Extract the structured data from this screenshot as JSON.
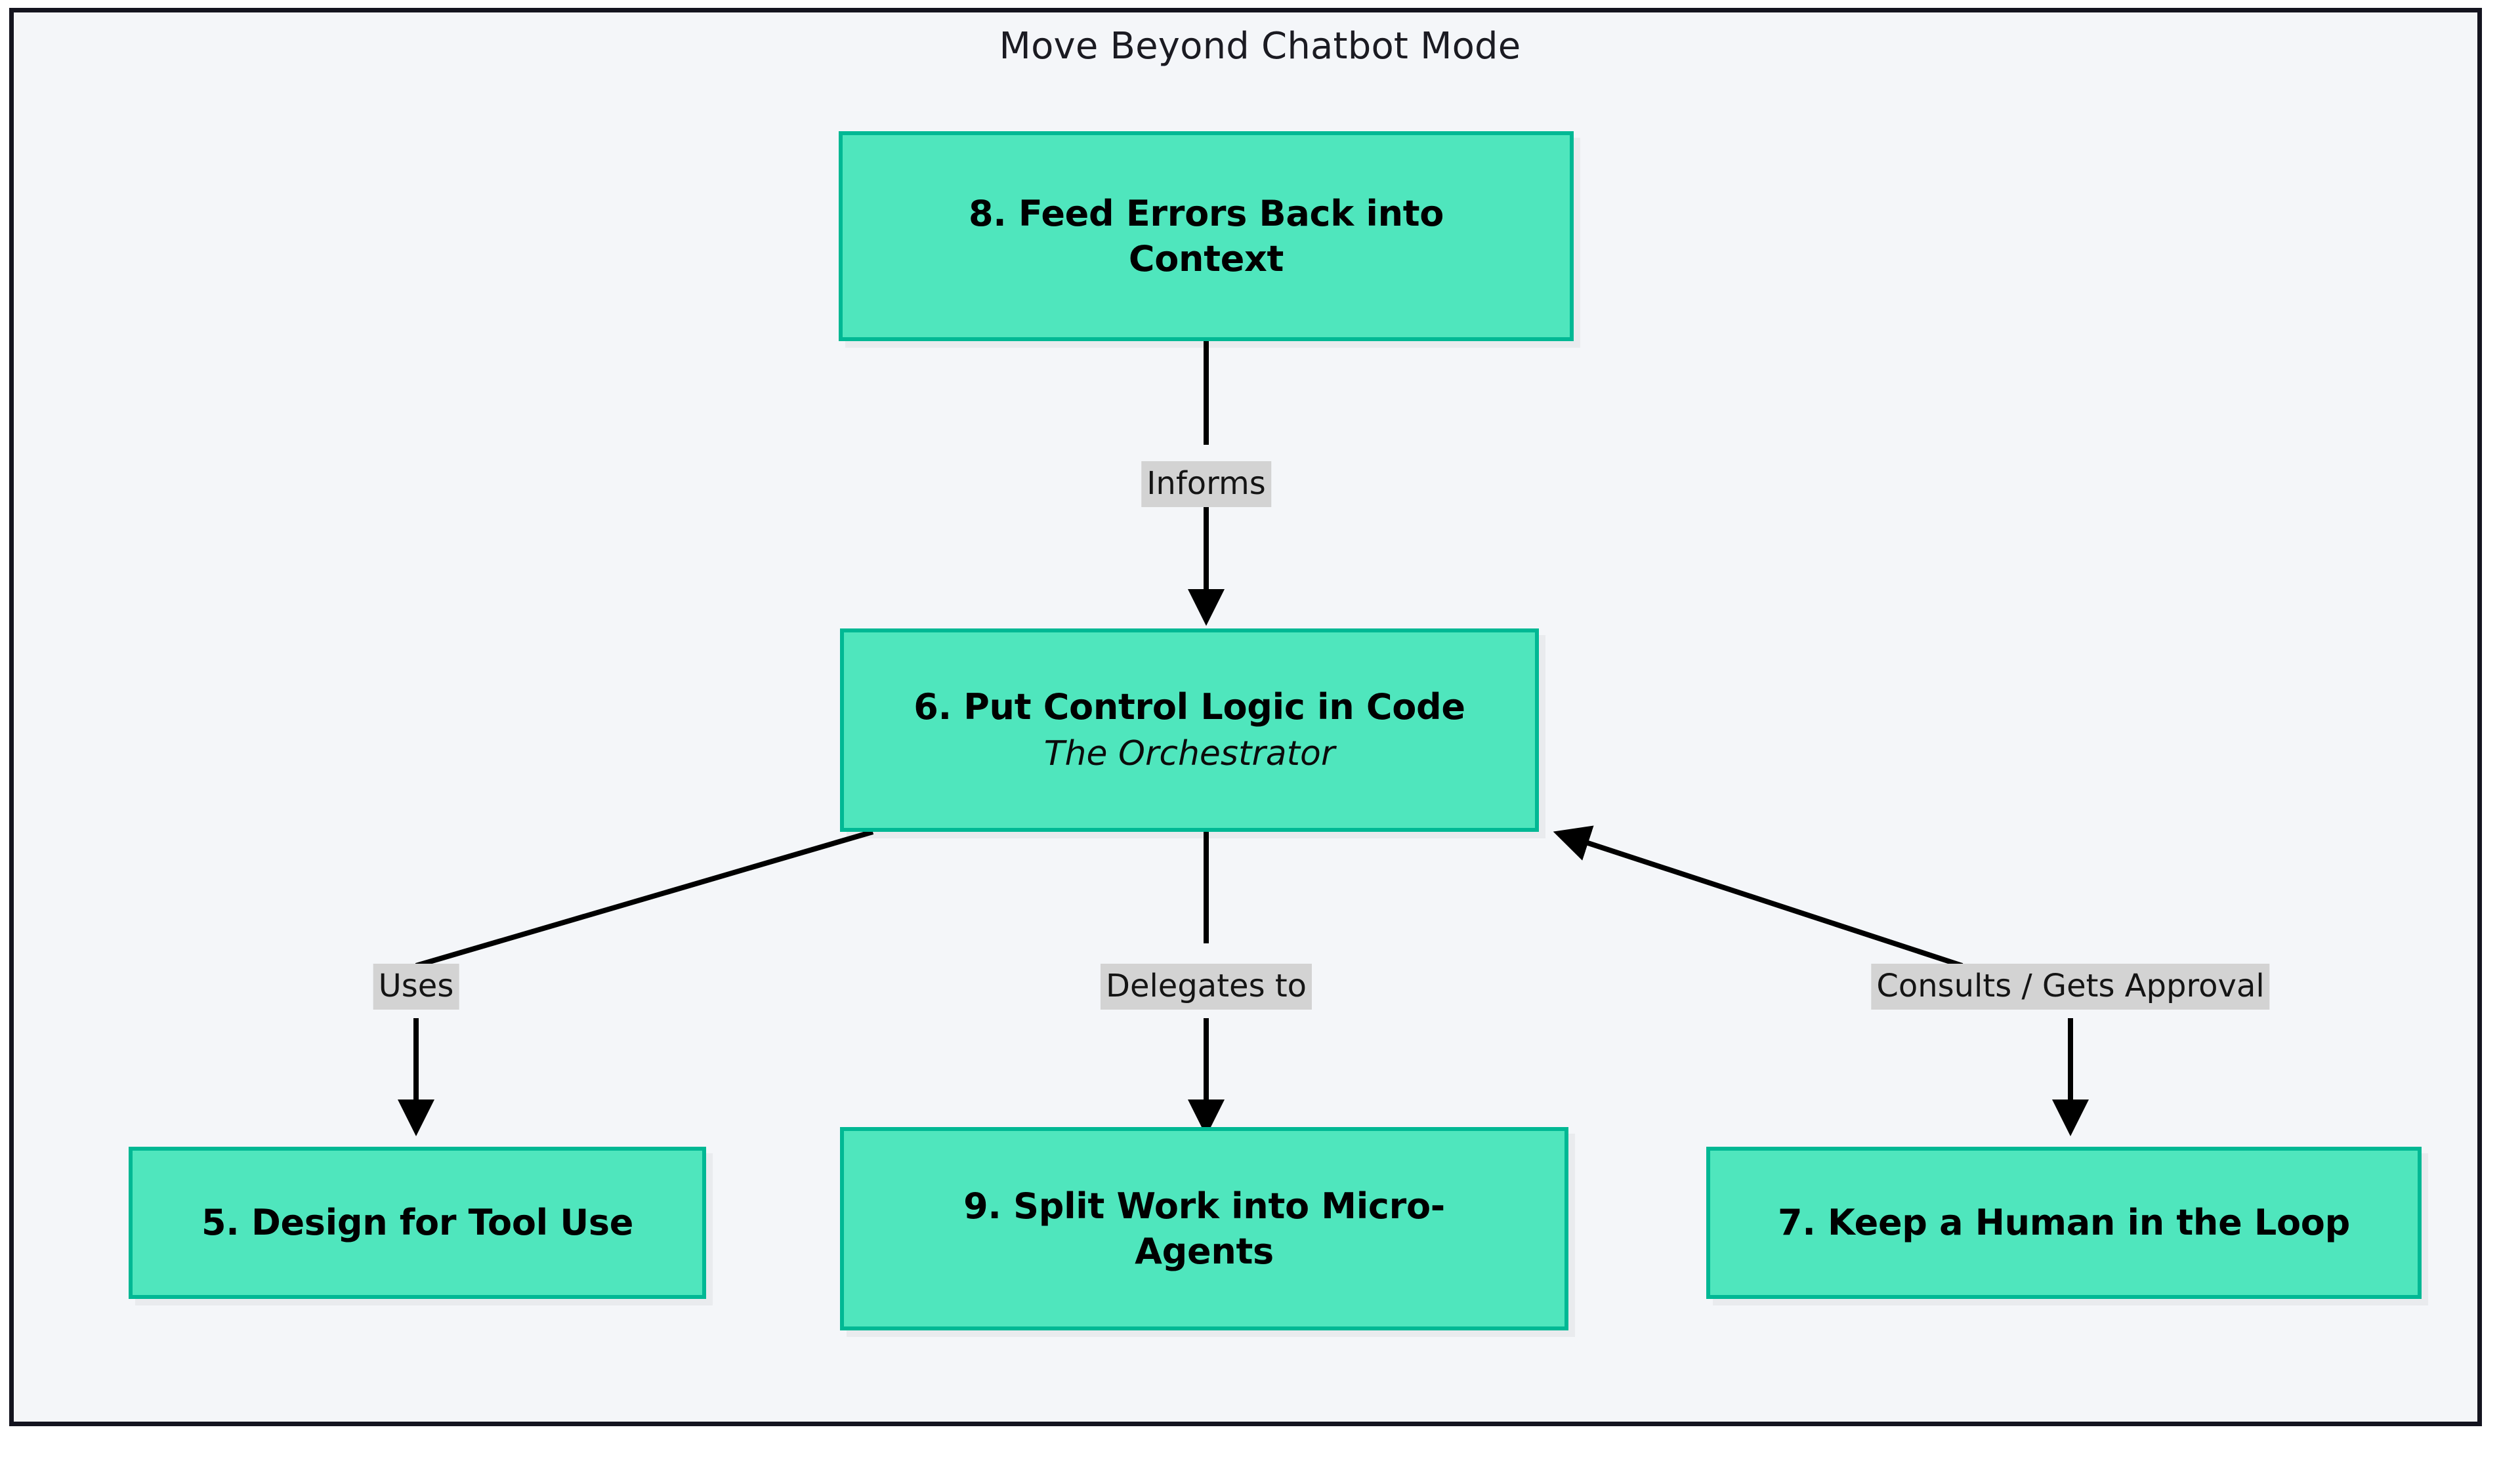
{
  "diagram": {
    "title": "Move Beyond Chatbot Mode",
    "type": "flowchart",
    "direction": "top-down",
    "colors": {
      "node_fill": "#4fe6bd",
      "node_border": "#00b894",
      "node_text": "#000000",
      "edge_stroke": "#000000",
      "edge_label_bg": "#d3d3d3",
      "canvas_bg": "#f4f6f9",
      "frame_border": "#14141f",
      "page_bg": "#ffffff"
    },
    "nodes": [
      {
        "id": "n8",
        "label": "8. Feed Errors Back into Context",
        "sublabel": "",
        "line1": "8. Feed Errors Back into",
        "line2": "Context"
      },
      {
        "id": "n6",
        "label": "6. Put Control Logic in Code",
        "sublabel": "The Orchestrator",
        "line1": "6. Put Control Logic in Code",
        "line2": ""
      },
      {
        "id": "n5",
        "label": "5. Design for Tool Use",
        "sublabel": "",
        "line1": "5. Design for Tool Use",
        "line2": ""
      },
      {
        "id": "n9",
        "label": "9. Split Work into Micro-Agents",
        "sublabel": "",
        "line1": "9. Split Work into Micro-",
        "line2": "Agents"
      },
      {
        "id": "n7",
        "label": "7. Keep a Human in the Loop",
        "sublabel": "",
        "line1": "7. Keep a Human in the Loop",
        "line2": ""
      }
    ],
    "edges": [
      {
        "id": "e1",
        "from": "n8",
        "to": "n6",
        "label": "Informs"
      },
      {
        "id": "e2",
        "from": "n6",
        "to": "n5",
        "label": "Uses"
      },
      {
        "id": "e3",
        "from": "n6",
        "to": "n9",
        "label": "Delegates to"
      },
      {
        "id": "e4",
        "from": "n6",
        "to": "n7",
        "label": "Consults / Gets Approval"
      }
    ]
  }
}
